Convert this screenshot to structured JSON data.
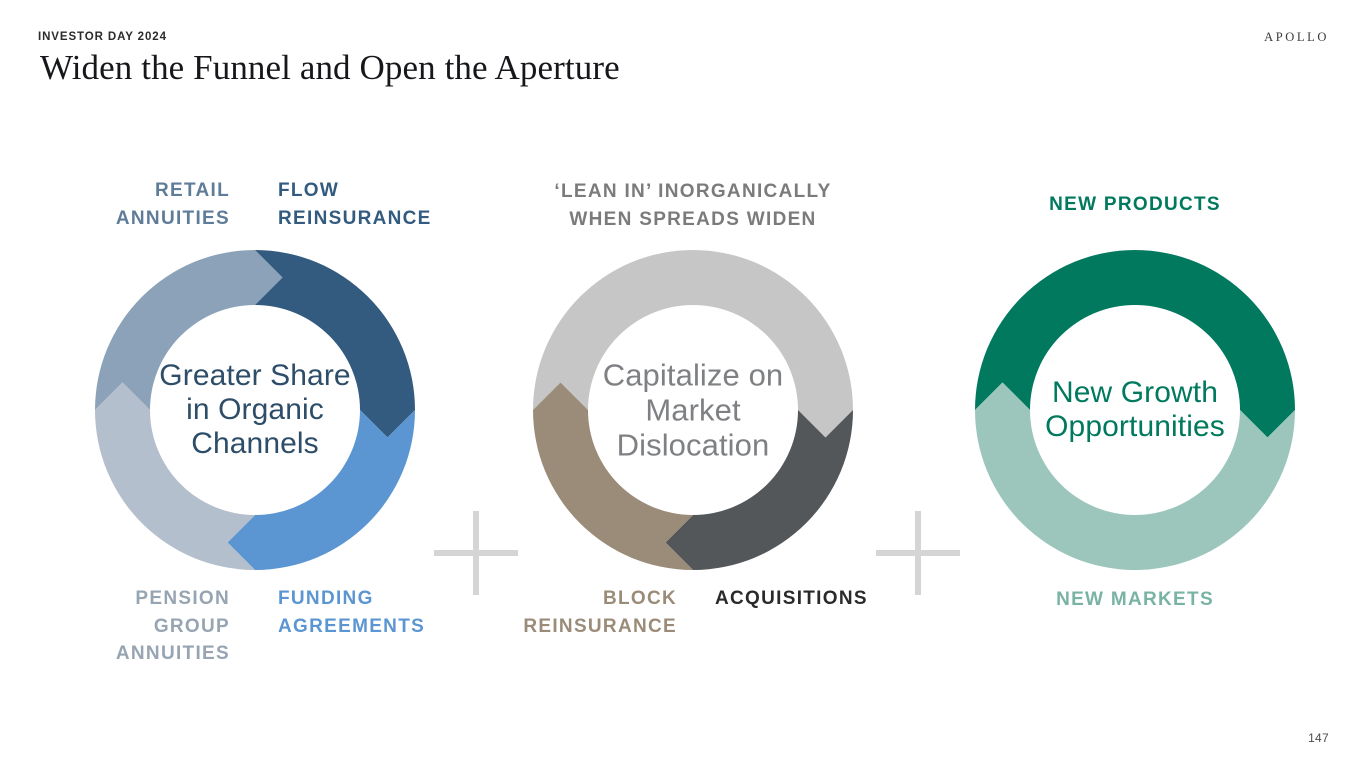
{
  "header": {
    "eyebrow": "INVESTOR DAY 2024",
    "brand": "APOLLO",
    "title": "Widen the Funnel and Open the Aperture"
  },
  "footer": {
    "page_number": "147"
  },
  "separators": {
    "plus_symbol": "+",
    "color": "#d5d5d5"
  },
  "diagram": {
    "type": "three-segmented-donut-rings-joined-by-plus",
    "groups": [
      {
        "id": "organic",
        "center_text": "Greater\nShare in\nOrganic\nChannels",
        "center_color": "#2e4d68",
        "segments": [
          {
            "label": "FLOW\nREINSURANCE",
            "color": "#335a7f",
            "position": "top-right",
            "label_color": "#335a7f",
            "sweep_deg": 90
          },
          {
            "label": "FUNDING\nAGREEMENTS",
            "color": "#5b96d2",
            "position": "bottom-right",
            "label_color": "#5b96d2",
            "sweep_deg": 90
          },
          {
            "label": "PENSION\nGROUP\nANNUITIES",
            "color": "#b3bfcc",
            "position": "bottom-left",
            "label_color": "#97a4b2",
            "sweep_deg": 90
          },
          {
            "label": "RETAIL\nANNUITIES",
            "color": "#8ba2b8",
            "position": "top-left",
            "label_color": "#5f7c99",
            "sweep_deg": 90
          }
        ]
      },
      {
        "id": "dislocation",
        "center_text": "Capitalize\non Market\nDislocation",
        "center_color": "#7e8083",
        "top_label": "‘LEAN IN’ INORGANICALLY\nWHEN SPREADS WIDEN",
        "top_label_color": "#7b7b7b",
        "segments": [
          {
            "label": "",
            "color": "#c6c6c6",
            "position": "top",
            "label_color": "#7b7b7b",
            "sweep_deg": 180
          },
          {
            "label": "ACQUISITIONS",
            "color": "#54575a",
            "position": "bottom-right",
            "label_color": "#2a2a2a",
            "sweep_deg": 90
          },
          {
            "label": "BLOCK\nREINSURANCE",
            "color": "#9b8b79",
            "position": "bottom-left",
            "label_color": "#9b8b79",
            "sweep_deg": 90
          }
        ]
      },
      {
        "id": "newgrowth",
        "center_text": "New Growth\nOpportunities",
        "center_color": "#00795e",
        "segments": [
          {
            "label": "NEW PRODUCTS",
            "color": "#00795e",
            "position": "top",
            "label_color": "#00795e",
            "sweep_deg": 180
          },
          {
            "label": "NEW MARKETS",
            "color": "#9cc6bb",
            "position": "bottom",
            "label_color": "#79b3a4",
            "sweep_deg": 180
          }
        ]
      }
    ]
  }
}
